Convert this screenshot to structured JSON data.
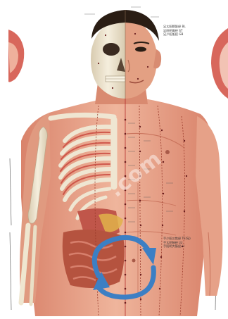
{
  "image": {
    "subject": "Anatomical acupuncture chart of the front of a male upper body",
    "legend_top": [
      "足太阳膀胱经 BL",
      "足阳明胃经 ST",
      "足少阳胆经 GB"
    ],
    "legend_mid": [
      "手少阳三焦经 TE(SJ)",
      "手太阴肺经 LU",
      "手阳明大肠经 LI"
    ],
    "watermark": ".com",
    "colors": {
      "background": "#ffffff",
      "skin": "#e9a58c",
      "skin_shadow": "#c9735c",
      "bone": "#f2ead6",
      "bone_shadow": "#cdbfa0",
      "hair": "#2a1d14",
      "muscle": "#c8443b",
      "organ": "#b5533f",
      "rotate_arrow": "#3c7fc4"
    },
    "overlay_icon": "rotate-arrows-icon"
  }
}
